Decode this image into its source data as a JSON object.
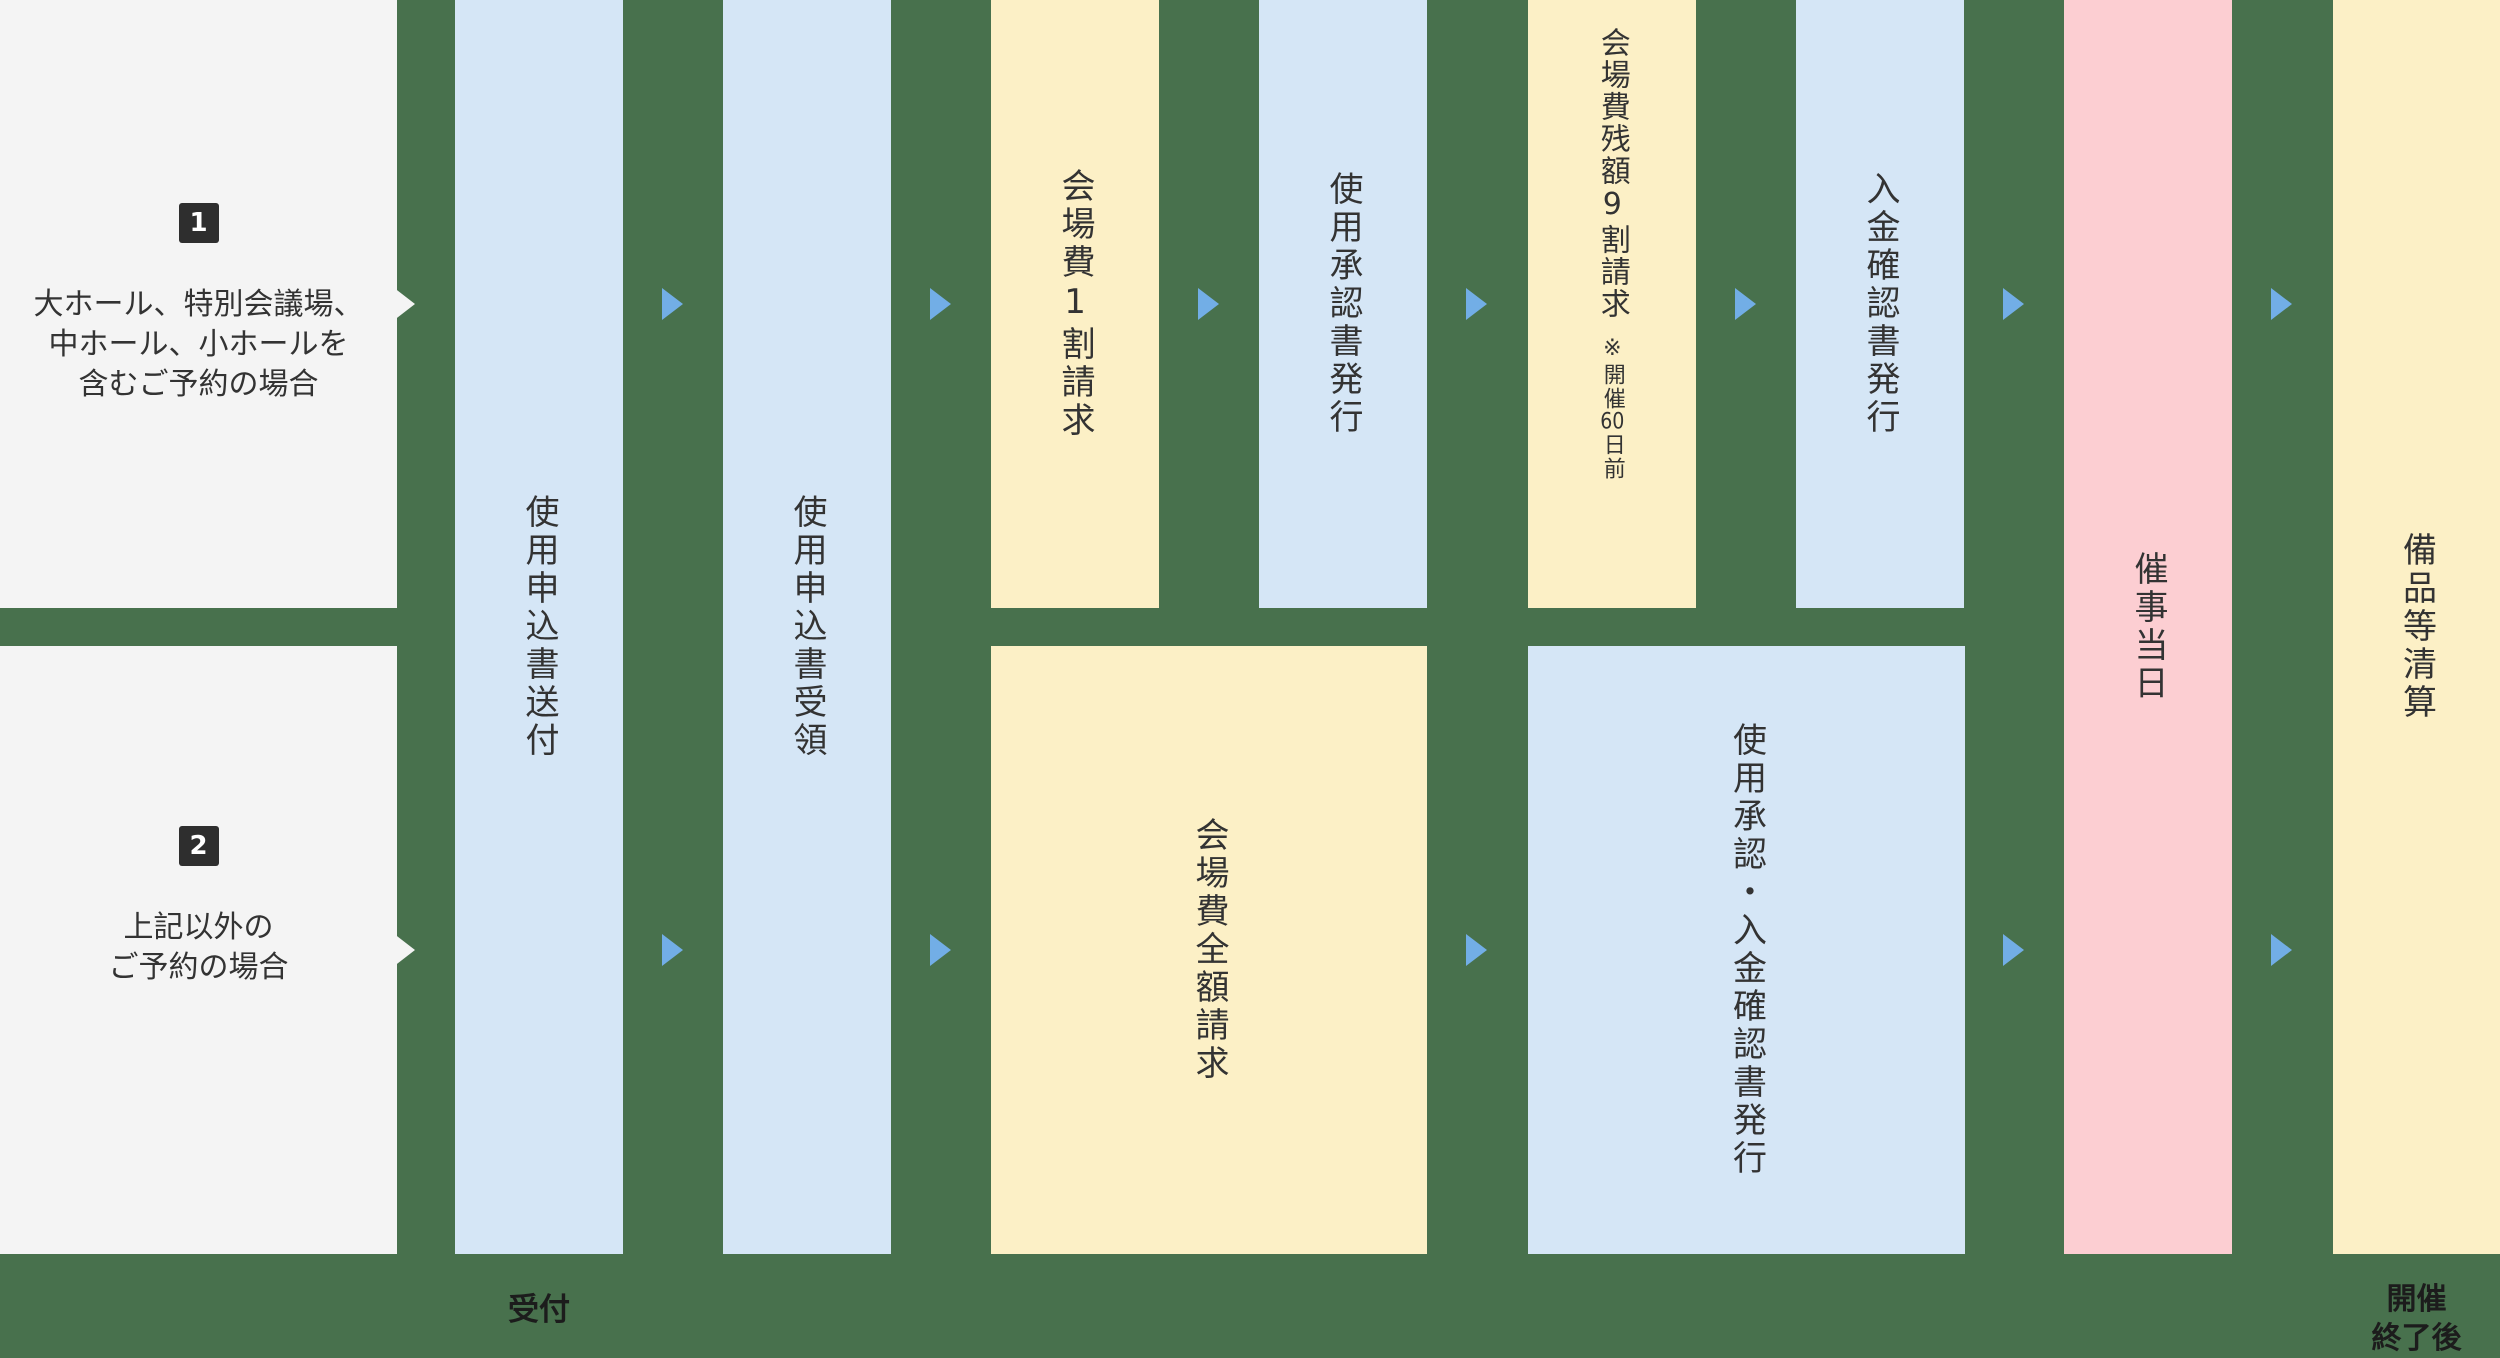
{
  "palette": {
    "background": "#48714D",
    "box_blue": "#D5E6F6",
    "box_cream": "#FCF0C6",
    "box_pink": "#FCCED2",
    "box_white": "#F4F4F4",
    "arrow_blue": "#72AEE6",
    "arrow_white": "#F4F4F4",
    "badge_bg": "#2E2E2E",
    "text_dark": "#333333",
    "footer_text": "#1C1C1C"
  },
  "cases": [
    {
      "number": "1",
      "lines": [
        "大ホール、特別会議場、",
        "中ホール、小ホールを",
        "含むご予約の場合"
      ]
    },
    {
      "number": "2",
      "lines": [
        "上記以外の",
        "ご予約の場合"
      ]
    }
  ],
  "steps": {
    "send": "使用申込書送付",
    "receive": "使用申込書受領",
    "invoice10": "会場費1割請求",
    "approval": "使用承認書発行",
    "invoice90": "会場費残額9割請求",
    "invoice90_note_prefix": "※開催",
    "invoice90_note_num": "60",
    "invoice90_note_suffix": "日前",
    "payment_confirm": "入金確認書発行",
    "invoice_full": "会場費全額請求",
    "approval_payment": "使用承認・入金確認書発行",
    "event_day": "催事当日",
    "settlement": "備品等清算"
  },
  "footer": {
    "reception": "受付",
    "after_lines": [
      "開催",
      "終了後"
    ]
  }
}
